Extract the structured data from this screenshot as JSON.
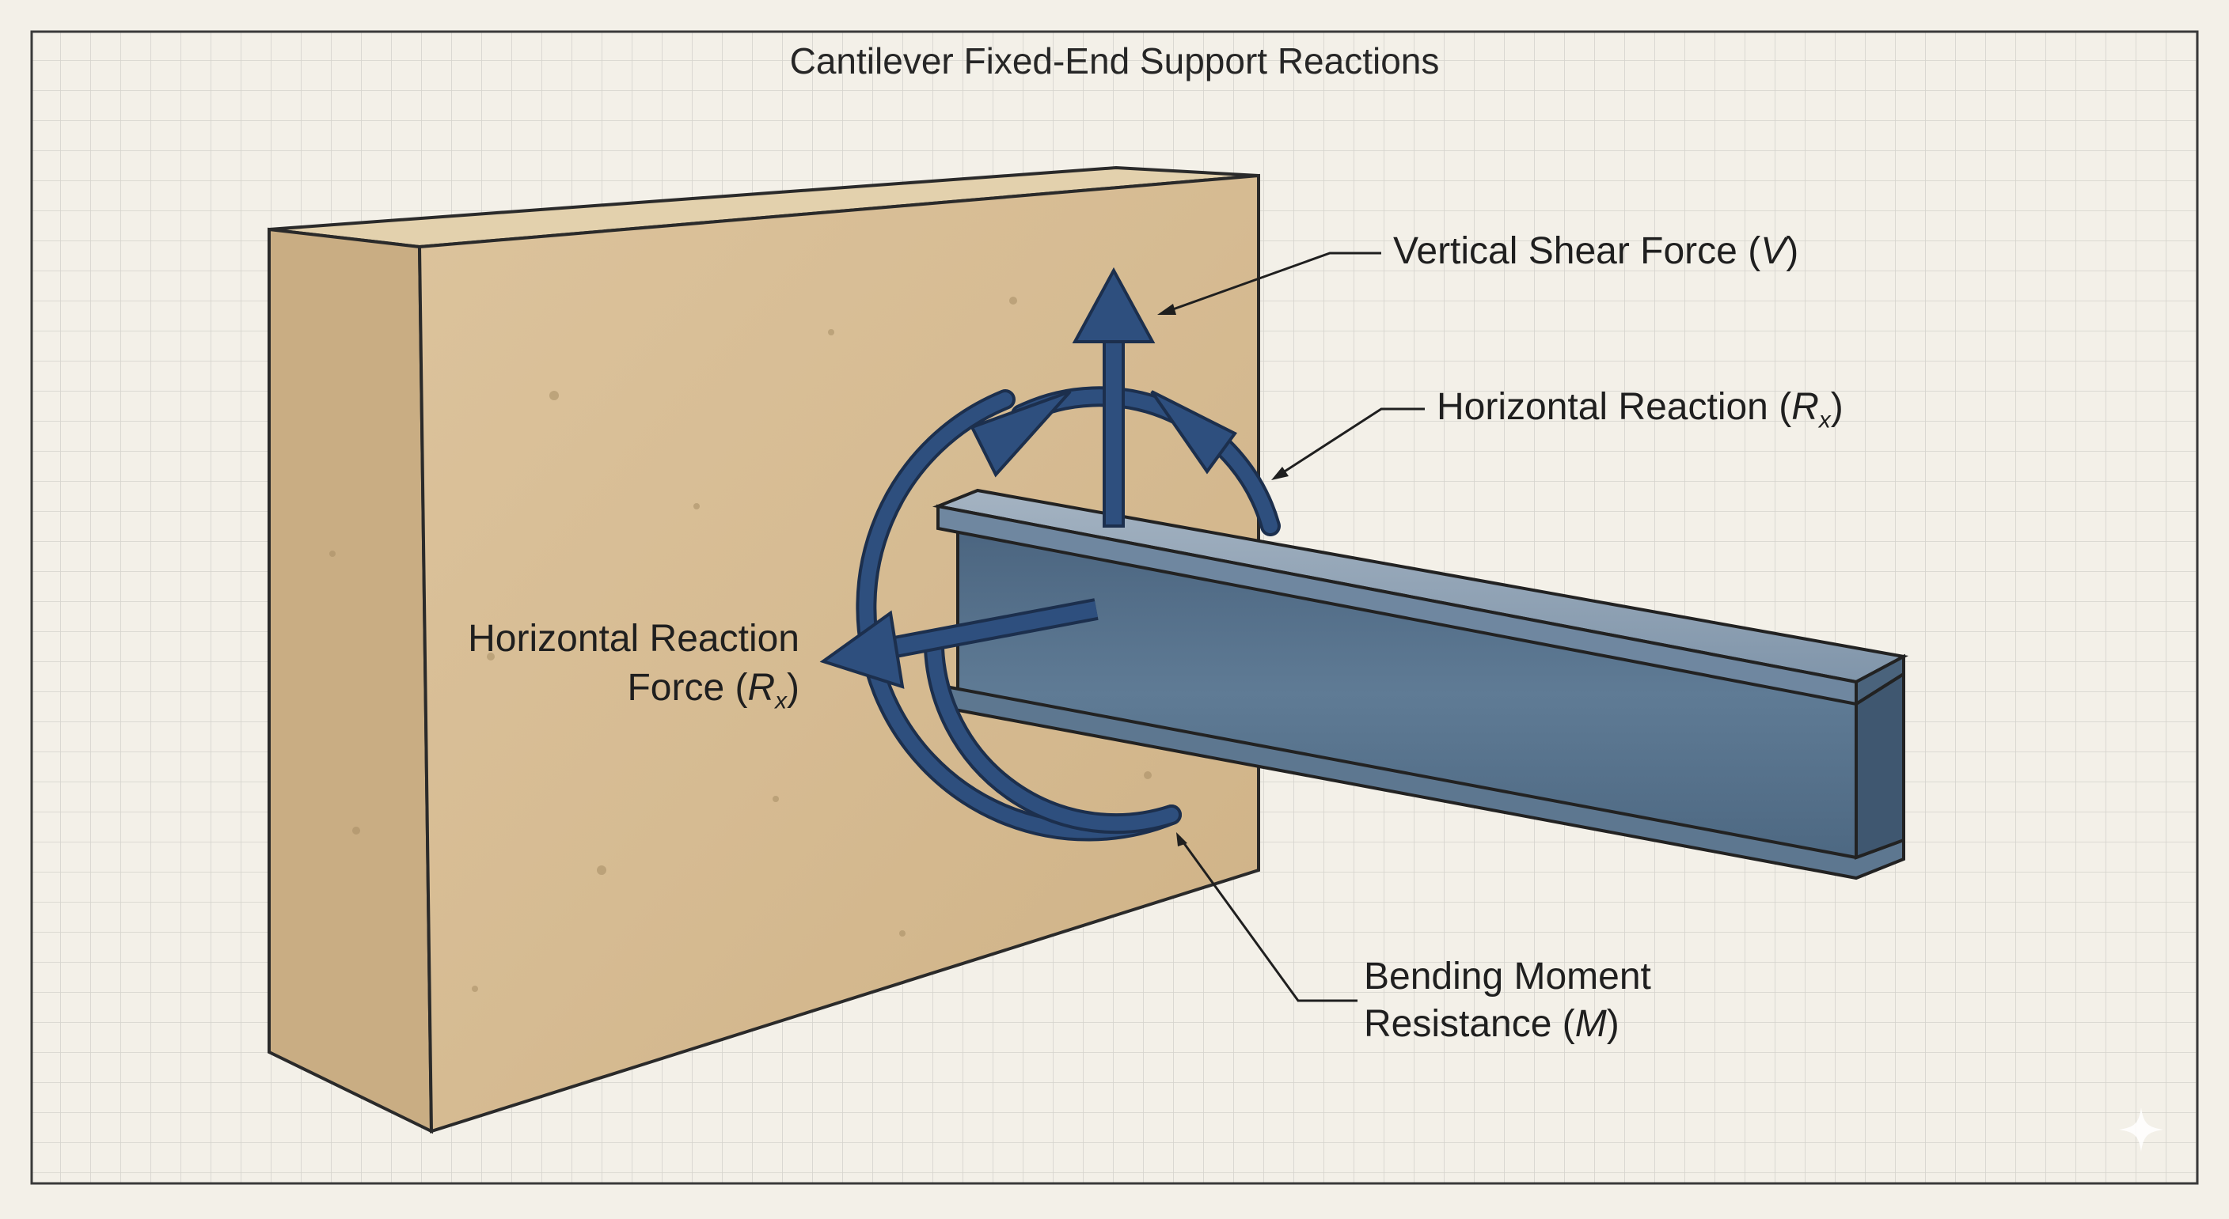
{
  "title": "Cantilever Fixed-End Support Reactions",
  "labels": {
    "vertical_shear": {
      "text": "Vertical Shear Force (",
      "symbol": "V",
      "close": ")"
    },
    "horizontal_reaction_right": {
      "text": "Horizontal Reaction (",
      "symbol": "R",
      "subscript": "x",
      "close": ")"
    },
    "horizontal_reaction_left": {
      "line1": "Horizontal Reaction",
      "text": "Force (",
      "symbol": "R",
      "subscript": "x",
      "close": ")"
    },
    "bending_moment": {
      "line1": "Bending Moment",
      "text": "Resistance (",
      "symbol": "M",
      "close": ")"
    }
  },
  "colors": {
    "background": "#f3f0e8",
    "grid": "#d4d2cc",
    "wall": "#d9c098",
    "wall_top": "#e2d0ad",
    "wall_side": "#c9ad82",
    "beam_web": "#58748d",
    "beam_flange_top": "#8ea0b2",
    "arrow": "#2e4f7e"
  },
  "icons": {
    "watermark": "sparkle-icon"
  }
}
